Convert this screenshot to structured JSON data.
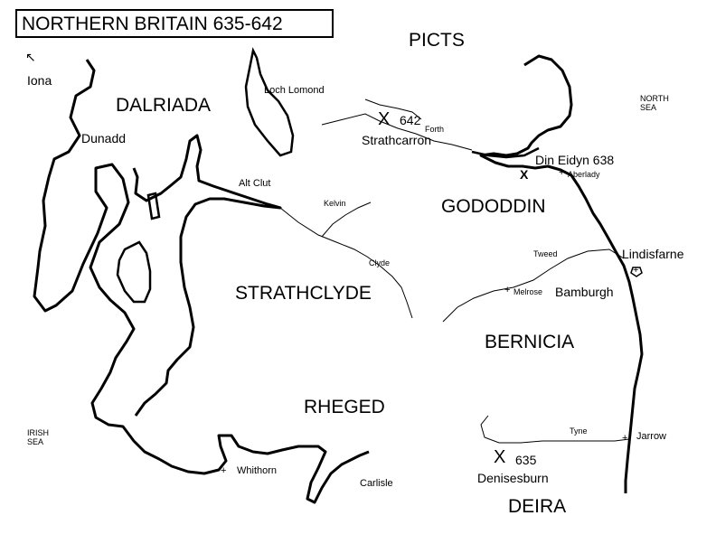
{
  "title": "NORTHERN BRITAIN 635-642",
  "regions": {
    "picts": "PICTS",
    "dalriada": "DALRIADA",
    "gododdin": "GODODDIN",
    "strathclyde": "STRATHCLYDE",
    "bernicia": "BERNICIA",
    "rheged": "RHEGED",
    "deira": "DEIRA"
  },
  "seas": {
    "north_sea_line1": "NORTH",
    "north_sea_line2": "SEA",
    "irish_sea_line1": "IRISH",
    "irish_sea_line2": "SEA"
  },
  "places": {
    "iona": "Iona",
    "dunadd": "Dunadd",
    "loch_lomond": "Loch Lomond",
    "alt_clut": "Alt Clut",
    "din_eidyn": "Din Eidyn 638",
    "aberlady": "Aberlady",
    "lindisfarne": "Lindisfarne",
    "bamburgh": "Bamburgh",
    "melrose": "Melrose",
    "whithorn": "Whithorn",
    "carlisle": "Carlisle",
    "jarrow": "Jarrow"
  },
  "rivers": {
    "forth": "Forth",
    "kelvin": "Kelvin",
    "clyde": "Clyde",
    "tweed": "Tweed",
    "tyne": "Tyne"
  },
  "battles": {
    "strathcarron_mark": "X",
    "strathcarron_year": "642",
    "strathcarron_name": "Strathcarron",
    "din_eidyn_mark": "X",
    "denisesburn_mark": "X",
    "denisesburn_year": "635",
    "denisesburn_name": "Denisesburn"
  },
  "symbols": {
    "settlement_cross": "+",
    "iona_arrow": "↖"
  },
  "colors": {
    "ink": "#000000",
    "paper": "#ffffff"
  }
}
